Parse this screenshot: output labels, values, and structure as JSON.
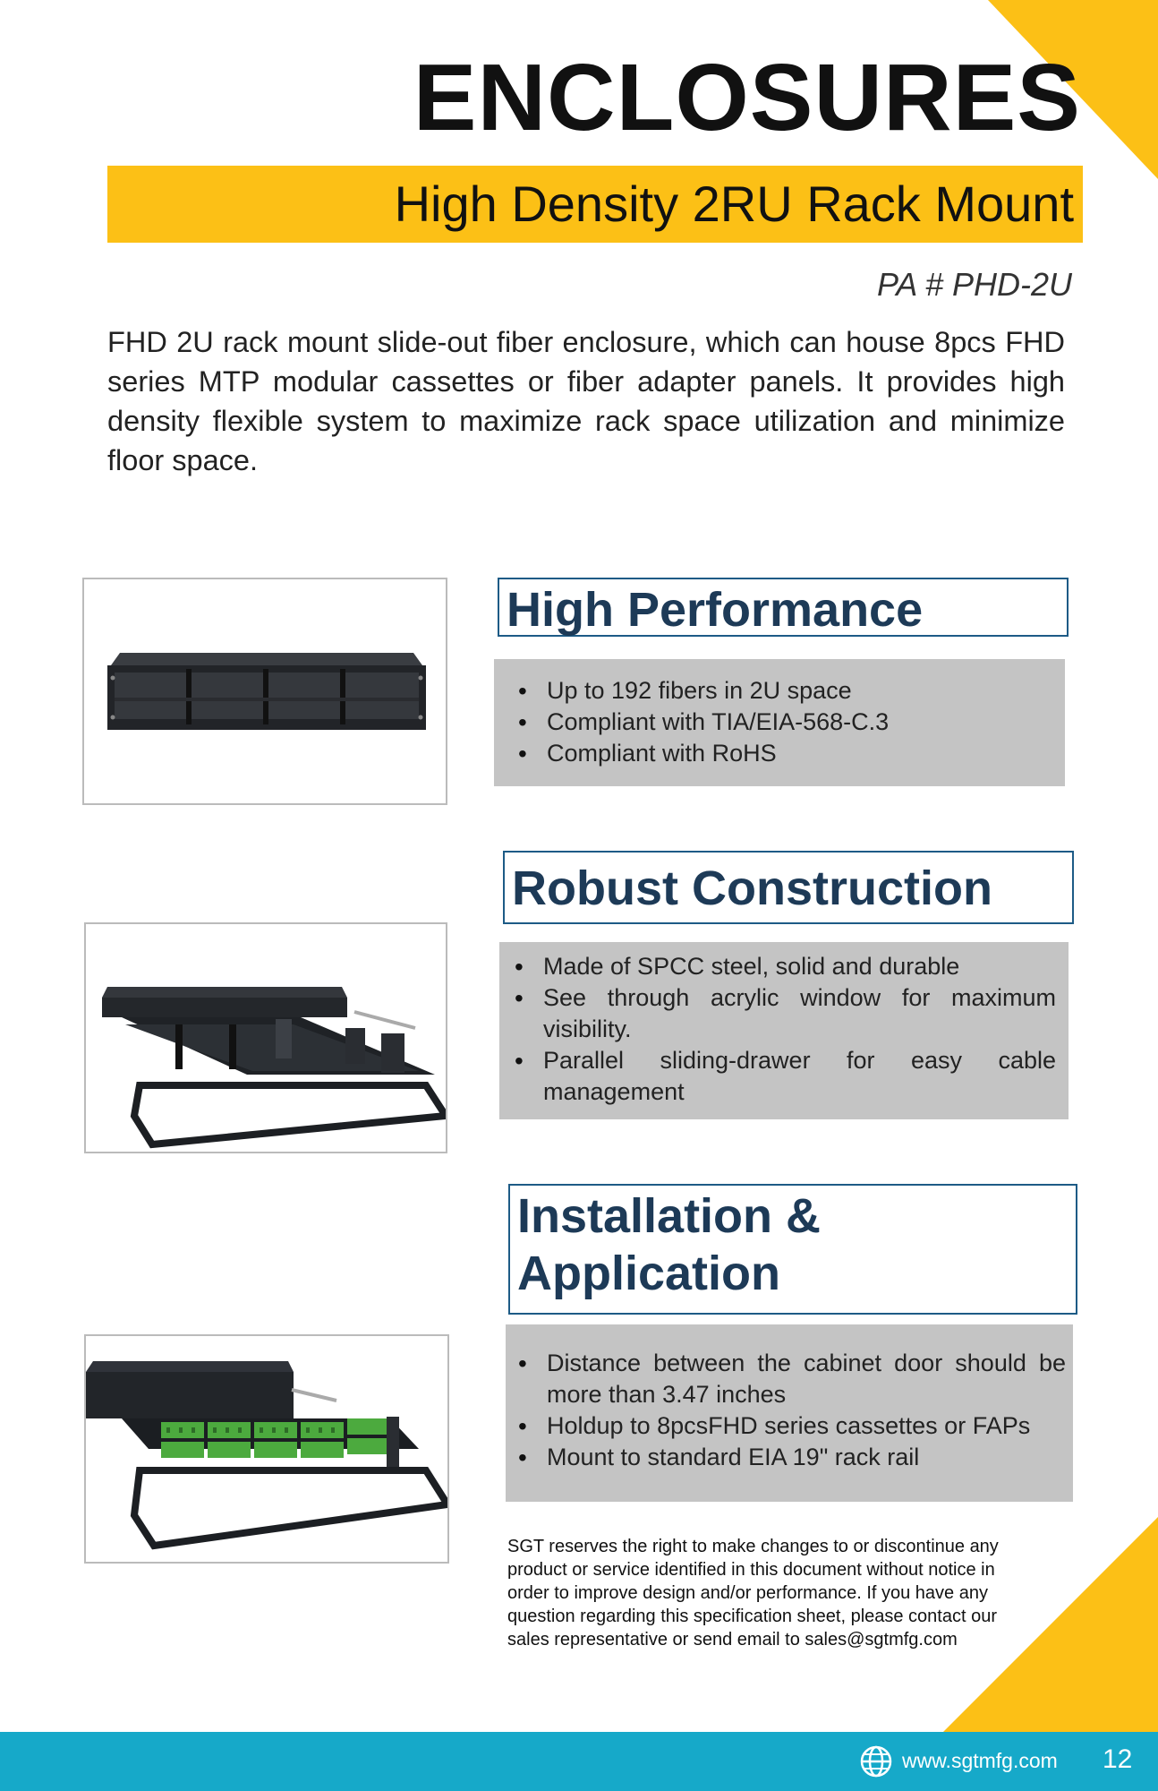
{
  "header": {
    "title": "ENCLOSURES",
    "subtitle": "High Density 2RU Rack Mount",
    "part_number": "PA # PHD-2U"
  },
  "intro": "FHD 2U rack mount slide-out fiber enclosure, which can house 8pcs FHD series MTP modular cassettes or fiber adapter panels. It provides high density flexible system to maximize rack space utilization and minimize floor space.",
  "sections": [
    {
      "heading": "High Performance",
      "items": [
        "Up to 192 fibers in 2U space",
        "Compliant with TIA/EIA-568-C.3",
        "Compliant with RoHS"
      ]
    },
    {
      "heading": "Robust Construction",
      "items": [
        "Made of SPCC steel, solid and durable",
        "See through acrylic window for maximum visibility.",
        "Parallel sliding-drawer for easy cable management"
      ]
    },
    {
      "heading": "Installation & Application",
      "items": [
        "Distance between the cabinet door should be more than 3.47 inches",
        "Holdup to 8pcsFHD series cassettes or FAPs",
        "Mount to standard EIA 19\" rack rail"
      ]
    }
  ],
  "disclaimer": "SGT reserves the right to make changes to or discontinue any product or service identified in this document without notice in order to improve design and/or performance. If you have any question regarding this specification sheet, please contact our sales representative or send email to sales@sgtmfg.com",
  "footer": {
    "website": "www.sgtmfg.com",
    "page_number": "12"
  },
  "colors": {
    "accent": "#fcc016",
    "heading": "#1d3a57",
    "heading_border": "#1d5b86",
    "feature_bg": "#c4c4c4",
    "footer": "#16a9c9"
  },
  "icons": [
    "globe-icon"
  ]
}
